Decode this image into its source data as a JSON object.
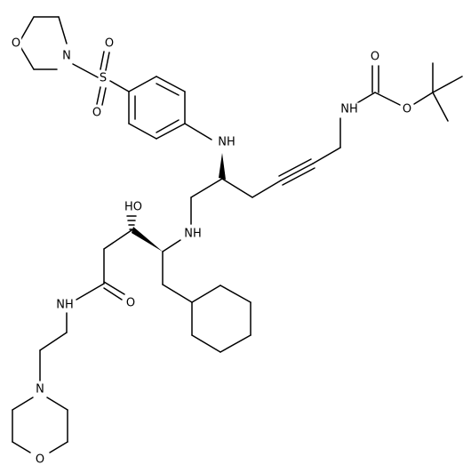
{
  "labels": {
    "o_top_morpholine": "O",
    "n_top_morpholine": "N",
    "s_sulfonyl": "S",
    "o_sulfonyl_up": "O",
    "o_sulfonyl_down": "O",
    "nh_aniline": "NH",
    "nh_carbamate": "NH",
    "o_carbonyl_boc": "O",
    "o_ester_boc": "O",
    "ho": "HO",
    "nh_amine": "NH",
    "o_amide": "O",
    "nh_amide": "NH",
    "n_bottom_morpholine": "N",
    "o_bottom_morpholine": "O"
  }
}
